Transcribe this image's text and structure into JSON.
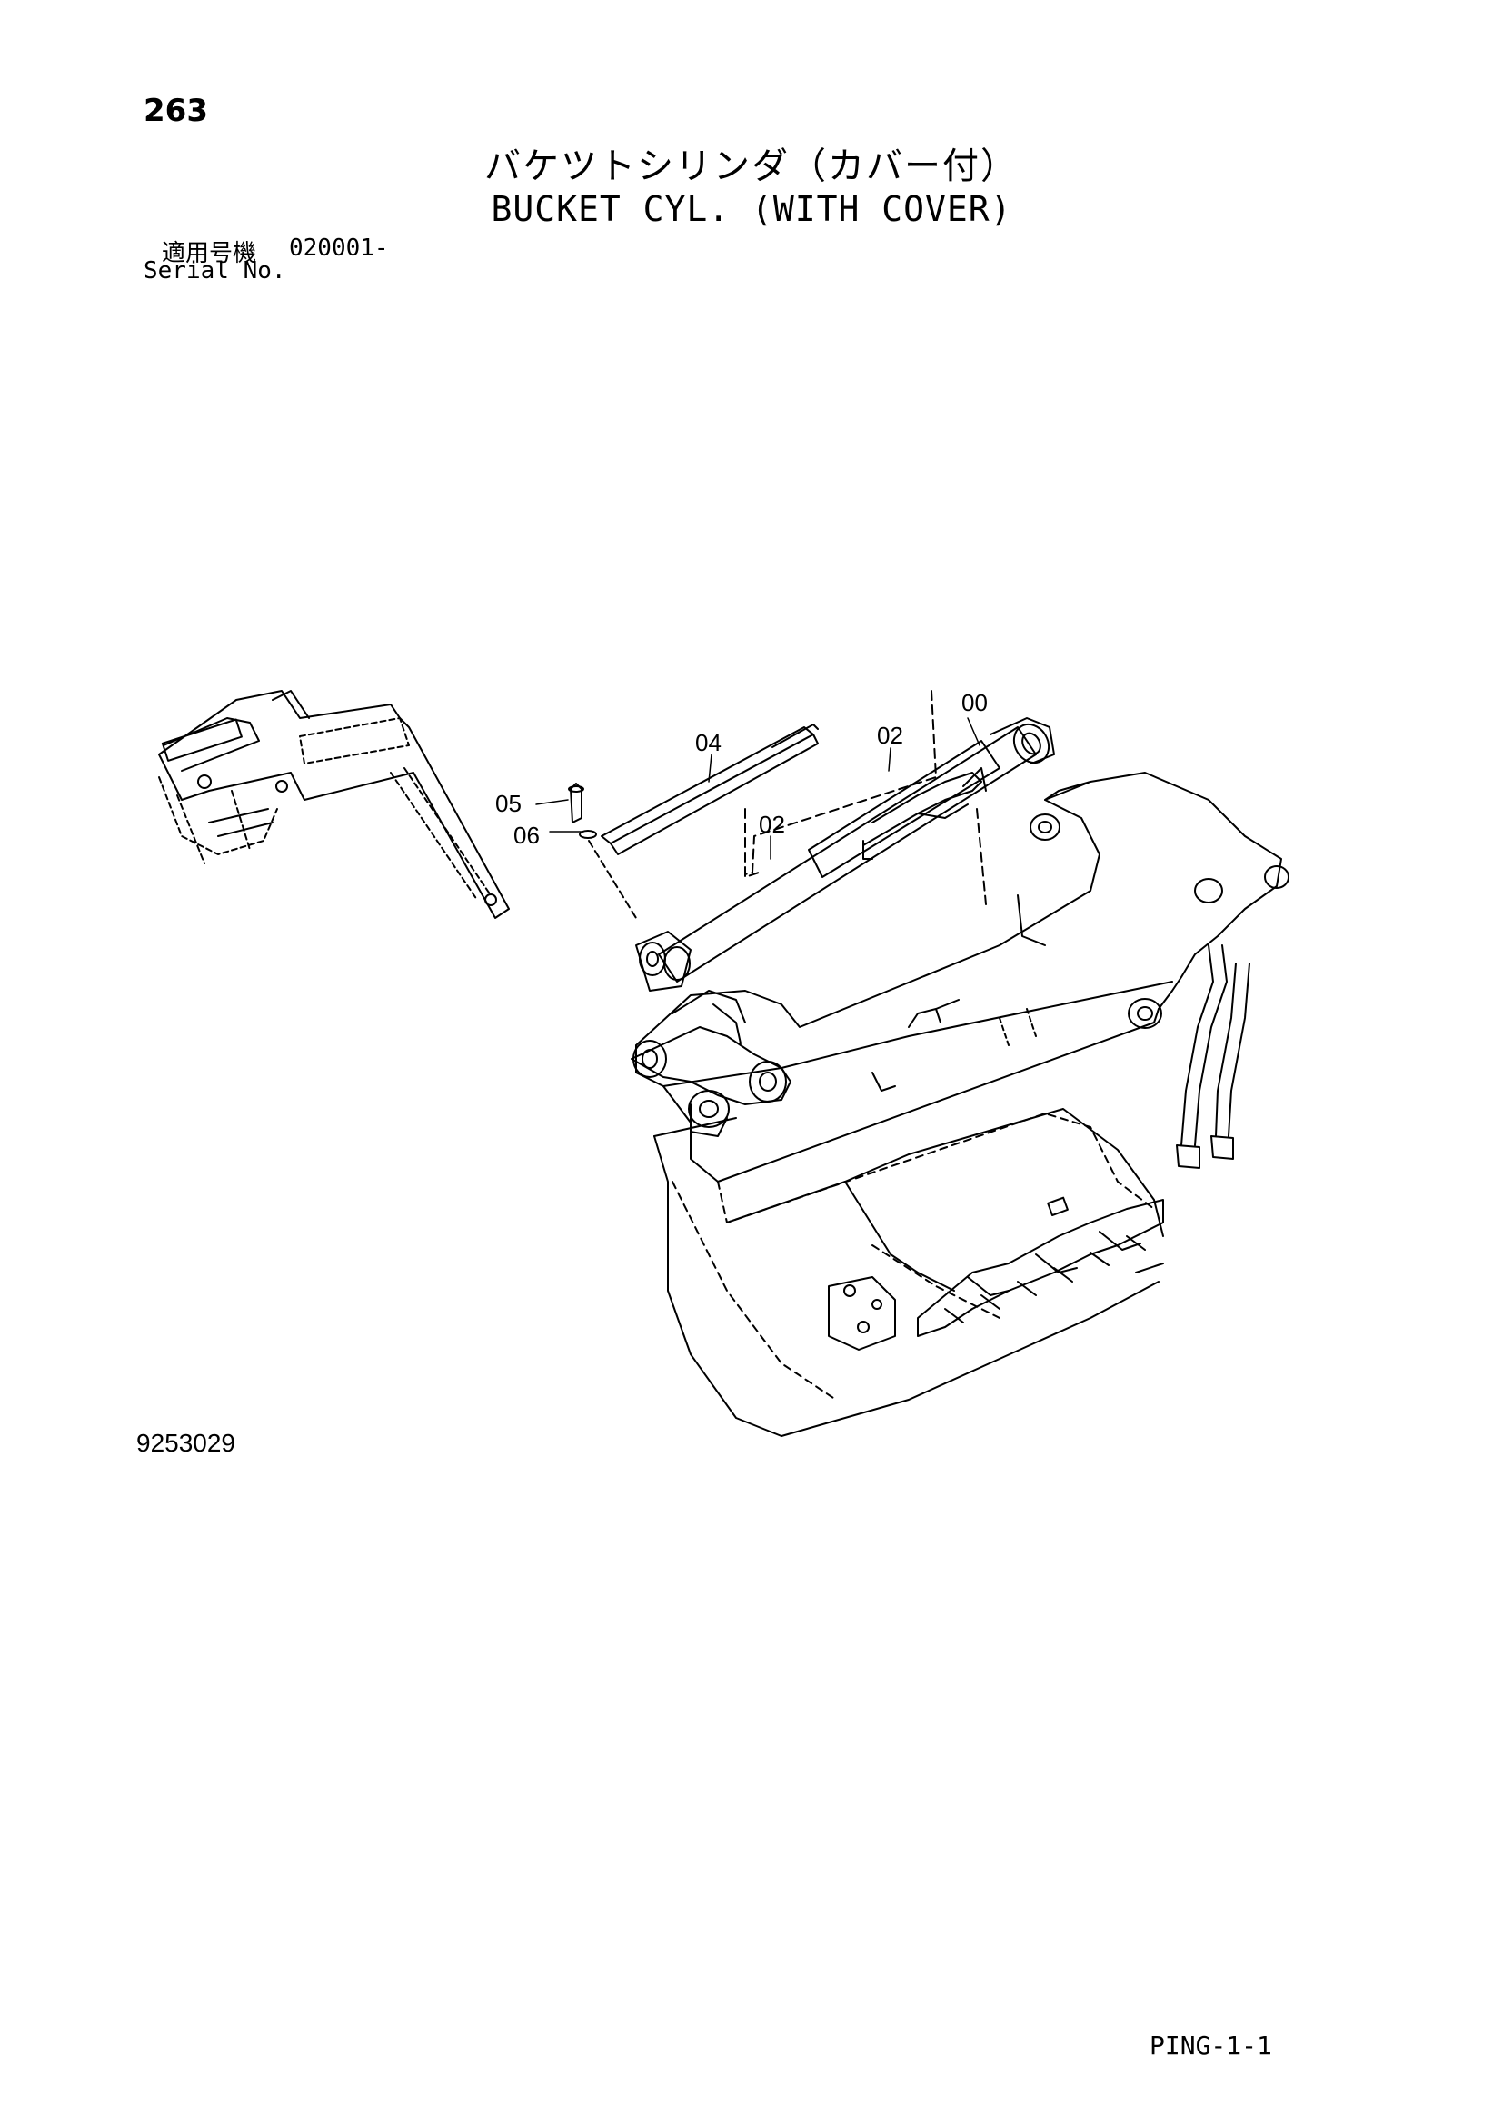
{
  "page": {
    "number": "263",
    "title_ja": "バケツトシリンダ（カバー付）",
    "title_en": "BUCKET CYL. (WITH COVER)",
    "serial_label_ja": "適用号機",
    "serial_value": "020001-",
    "serial_label_en": "Serial No.",
    "drawing_number": "9253029",
    "sheet_code": "PING-1-1"
  },
  "callouts": [
    "00",
    "02",
    "02",
    "04",
    "05",
    "06"
  ]
}
